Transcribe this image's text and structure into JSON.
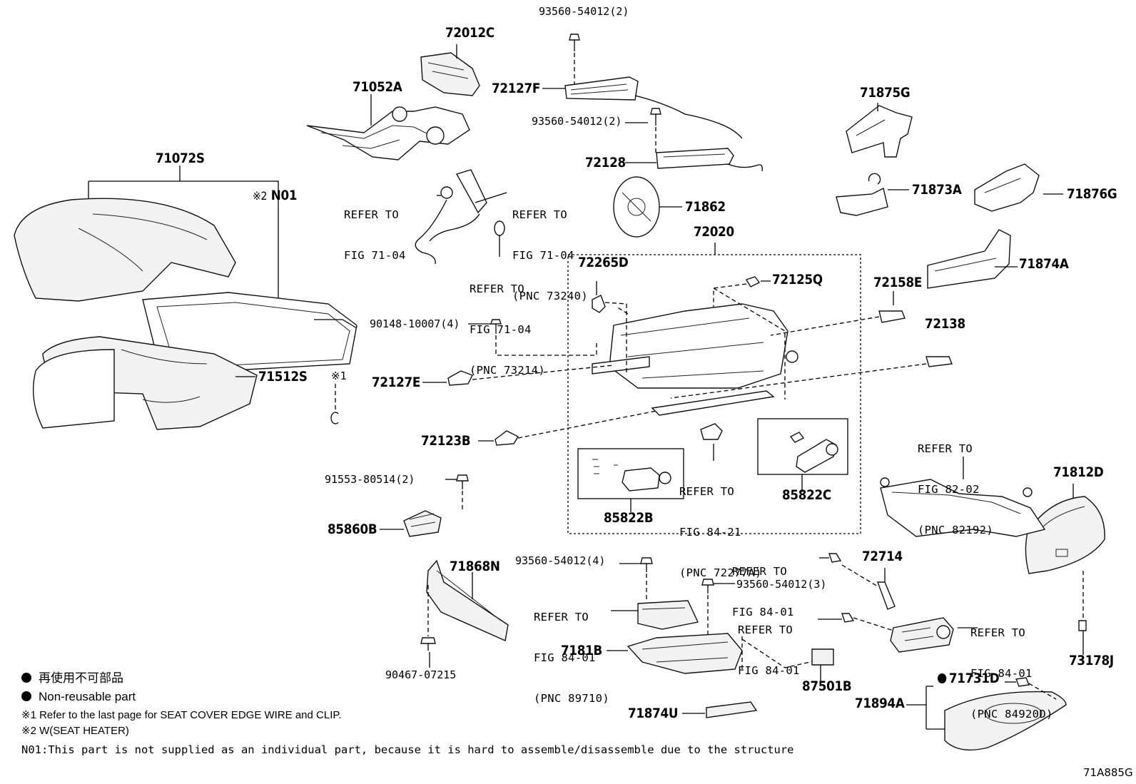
{
  "labels": {
    "p93560_top": "93560-54012(2)",
    "p72012C": "72012C",
    "p71052A": "71052A",
    "p72127F": "72127F",
    "p93560_mid": "93560-54012(2)",
    "p72128": "72128",
    "p71875G": "71875G",
    "p71072S": "71072S",
    "n01": "N01",
    "p71873A": "71873A",
    "p71876G": "71876G",
    "p71862": "71862",
    "p72020": "72020",
    "p71874A": "71874A",
    "p72265D": "72265D",
    "p72125Q": "72125Q",
    "p72158E": "72158E",
    "p90148": "90148-10007(4)",
    "p72138": "72138",
    "p71512S": "71512S",
    "p72127E": "72127E",
    "p72123B": "72123B",
    "p91553": "91553-80514(2)",
    "p85860B": "85860B",
    "p85822B": "85822B",
    "p85822C": "85822C",
    "p71812D": "71812D",
    "p93560_4": "93560-54012(4)",
    "p71868N": "71868N",
    "p72714": "72714",
    "p93560_3": "93560-54012(3)",
    "p7181B": "7181B",
    "p87501B": "87501B",
    "p73178J": "73178J",
    "p90467": "90467-07215",
    "p71731D": "71731D",
    "p71894A": "71894A",
    "p71874U": "71874U",
    "figure_code": "71A885G"
  },
  "marks": {
    "note1": "※1",
    "note2": "※2"
  },
  "refs": {
    "r1": [
      "REFER TO",
      "FIG 71-04"
    ],
    "r2": [
      "REFER TO",
      "FIG 71-04",
      "(PNC 73240)"
    ],
    "r3": [
      "REFER TO",
      "FIG 71-04",
      "(PNC 73214)"
    ],
    "r4": [
      "REFER TO",
      "FIG 84-21",
      "(PNC 72277A)"
    ],
    "r5": [
      "REFER TO",
      "FIG 82-02",
      "(PNC 82192)"
    ],
    "r6": [
      "REFER TO",
      "FIG 84-01"
    ],
    "r7": [
      "REFER TO",
      "FIG 84-01",
      "(PNC 89710)"
    ],
    "r8": [
      "REFER TO",
      "FIG 84-01"
    ],
    "r9": [
      "REFER TO",
      "FIG 84-01",
      "(PNC 84920D)"
    ]
  },
  "legend": {
    "jp_nonreusable": "再使用不可部品",
    "en_nonreusable": "Non-reusable part",
    "note1": "※1 Refer to the last page for SEAT COVER EDGE WIRE and CLIP.",
    "note2": "※2 W(SEAT HEATER)",
    "n01_note": "N01:This part is not supplied as an individual part, because it is hard to assemble/disassemble due to the structure"
  }
}
